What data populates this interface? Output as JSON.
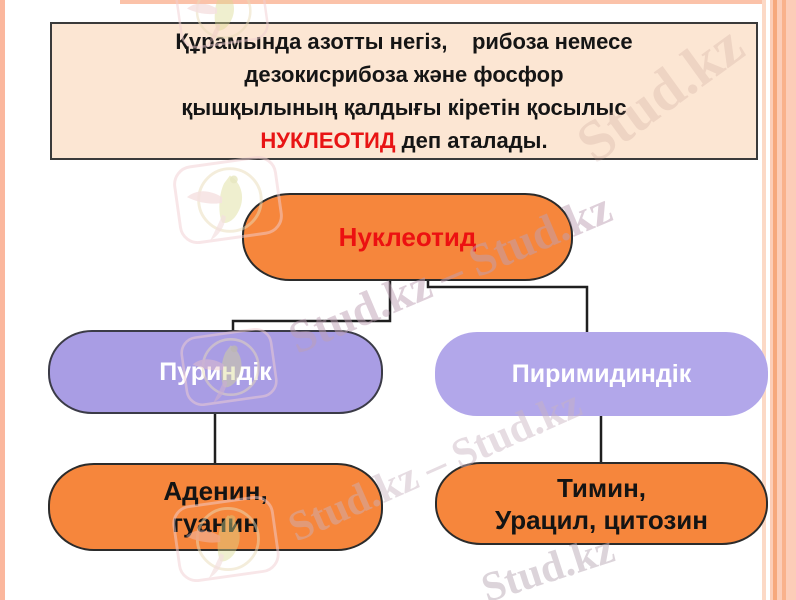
{
  "definition_box": {
    "line1": "Құрамында азотты негіз,    рибоза немесе",
    "line2": "дезокисрибоза және фосфор",
    "line3": "қышқылының қалдығы кіретін қосылыс",
    "line4_term": "НУКЛЕОТИД",
    "line4_rest": " деп аталады."
  },
  "diagram": {
    "root": {
      "label": "Нуклеотид"
    },
    "branch_left": {
      "label": "Пуриндік"
    },
    "branch_right": {
      "label": "Пиримидиндік"
    },
    "leaf_left": {
      "line1": "Аденин,",
      "line2": "гуанин"
    },
    "leaf_right": {
      "line1": "Тимин,",
      "line2": "Урацил, цитозин"
    }
  },
  "watermark": {
    "text_single": "Stud.kz",
    "text_chain": "Stud.kz – Stud.kz",
    "logo_name": "stud-kz-hummingbird-logo"
  },
  "colors": {
    "node_orange": "#F6863C",
    "node_purple": "#A99DE4",
    "node_purple_light": "#B2A7EA",
    "definition_box_fill": "#FCE6D3",
    "term_red": "#E81414",
    "root_label_red": "#EC1111",
    "frame_salmon": "#FBC2A9",
    "connector": "#1F1F1F"
  }
}
